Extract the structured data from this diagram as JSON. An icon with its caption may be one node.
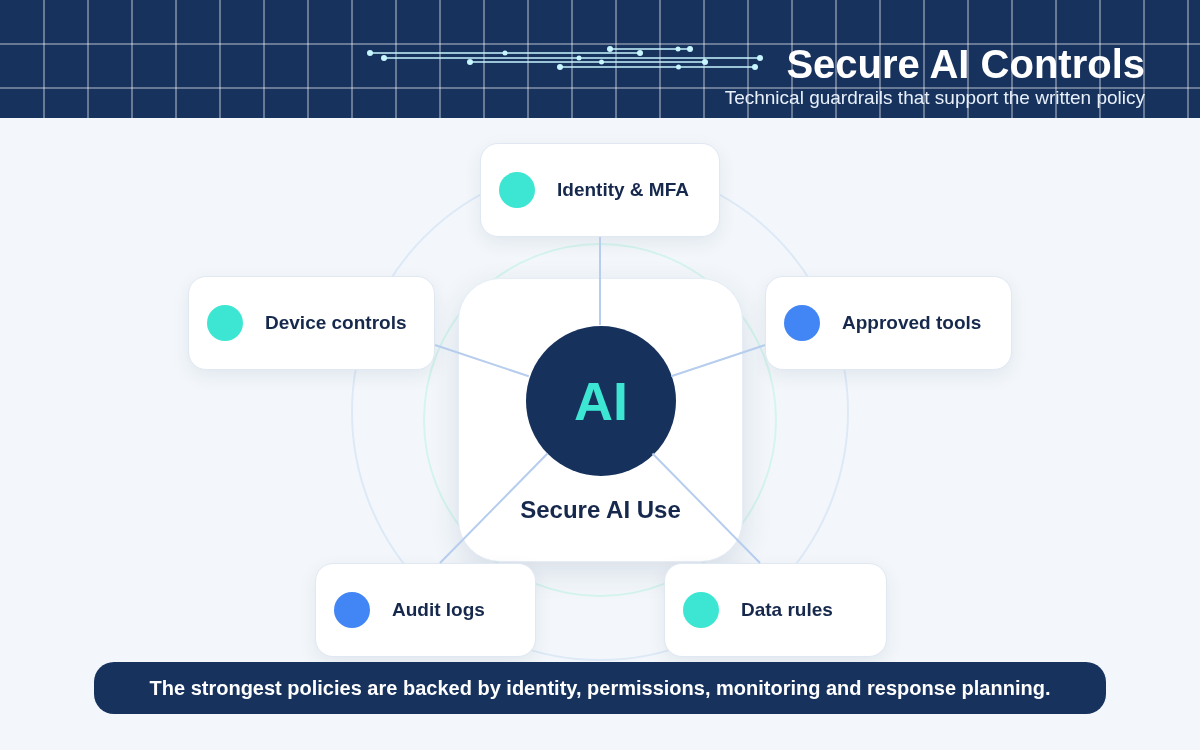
{
  "diagram": {
    "title": "Secure AI Controls",
    "caption": "The strongest policies are backed by identity, permissions, monitoring and response planning.",
    "nodes": [
      {
        "text": [
          "Identity & MFA"
        ]
      },
      {
        "text": [
          "Device controls"
        ]
      },
      {
        "text": [
          "Secure AI Use"
        ]
      },
      {
        "text": [
          "AI"
        ],
        "in": 2
      },
      {
        "text": [
          "Approved tools"
        ]
      },
      {
        "text": [
          "Audit logs"
        ]
      },
      {
        "text": [
          "Data rules"
        ]
      }
    ],
    "edges": [
      {
        "from": 3,
        "to": 0,
        "arrow": "none"
      },
      {
        "from": 3,
        "to": 1,
        "arrow": "none"
      },
      {
        "from": 3,
        "to": 4,
        "arrow": "none"
      },
      {
        "from": 3,
        "to": 5,
        "arrow": "none"
      },
      {
        "from": 3,
        "to": 6,
        "arrow": "none"
      }
    ],
    "labels": [
      "Technical guardrails that support the written policy"
    ]
  }
}
